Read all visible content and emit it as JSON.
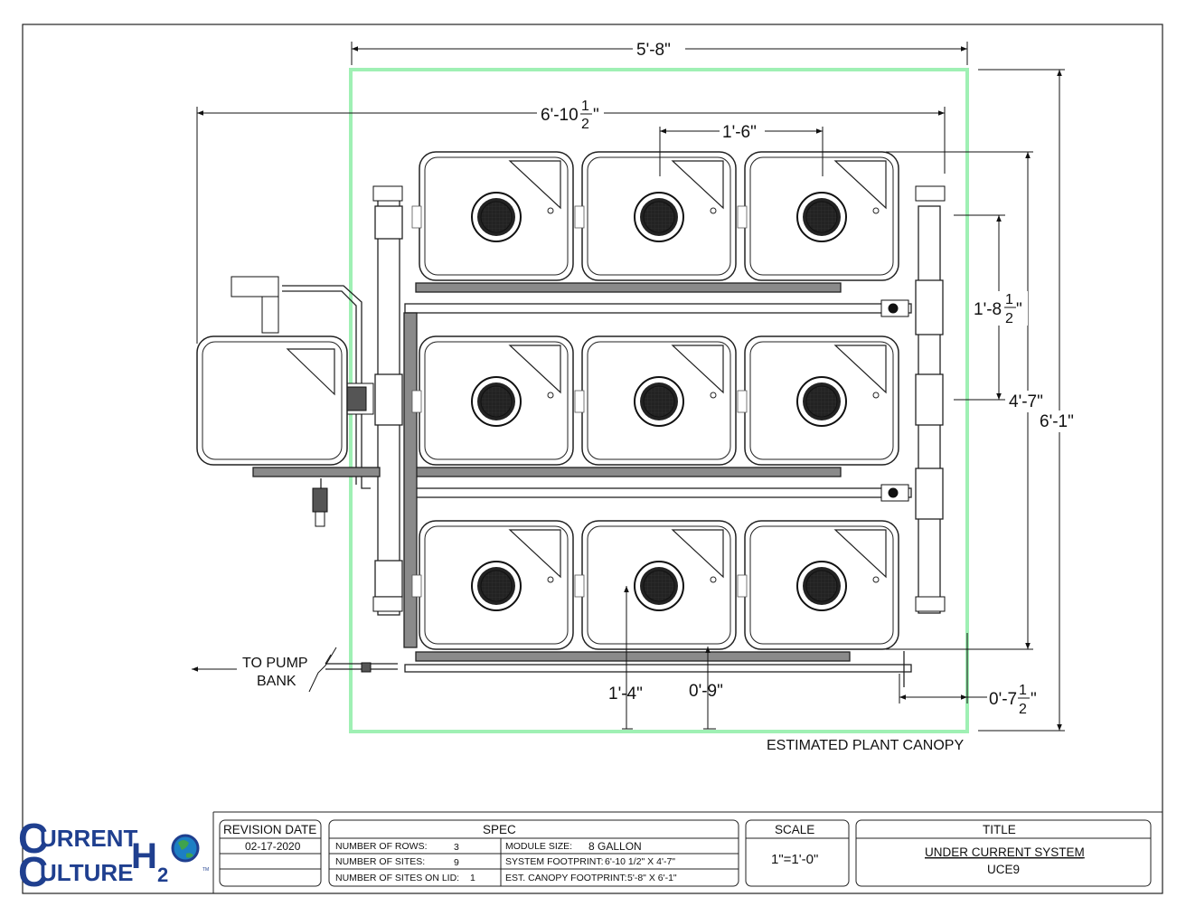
{
  "dimensions": {
    "canopy_width": "5'-8\"",
    "system_width_main": "6'-10",
    "system_width_frac_num": "1",
    "system_width_frac_den": "2",
    "system_width_inch": "\"",
    "module_spacing": "1'-6\"",
    "row_spacing_main": "1'-8",
    "row_spacing_frac_num": "1",
    "row_spacing_frac_den": "2",
    "row_spacing_inch": "\"",
    "system_depth": "4'-7\"",
    "canopy_depth": "6'-1\"",
    "bottom_offset": "1'-4\"",
    "return_offset": "0'-9\"",
    "side_offset_main": "0'-7",
    "side_offset_frac_num": "1",
    "side_offset_frac_den": "2",
    "side_offset_inch": "\""
  },
  "annotations": {
    "pump_line1": "TO PUMP",
    "pump_line2": "BANK",
    "canopy_label": "ESTIMATED PLANT CANOPY"
  },
  "logo": {
    "word1": "URRENT",
    "word2": "ULTURE",
    "initial": "C",
    "h": "H",
    "two": "2",
    "o": "O",
    "tm": "TM"
  },
  "title_block": {
    "revision_header": "REVISION DATE",
    "revision_date": "02-17-2020",
    "spec_header": "SPEC",
    "rows_label": "NUMBER OF ROWS:",
    "rows_value": "3",
    "sites_label": "NUMBER OF SITES:",
    "sites_value": "9",
    "lid_label": "NUMBER OF SITES ON LID:",
    "lid_value": "1",
    "module_label": "MODULE SIZE:",
    "module_value": "8 GALLON",
    "footprint_label": "SYSTEM FOOTPRINT:",
    "footprint_value": "6'-10 1/2\" X 4'-7\"",
    "canopy_label": "EST. CANOPY FOOTPRINT:",
    "canopy_value": "5'-8\" X 6'-1\"",
    "scale_header": "SCALE",
    "scale_value": "1\"=1'-0\"",
    "title_header": "TITLE",
    "title_value": "UNDER CURRENT SYSTEM",
    "title_code": "UCE9"
  },
  "colors": {
    "canopy_outline": "#9ff0b4",
    "logo_blue": "#1f3f8f",
    "globe_blue": "#1c7fc4",
    "globe_green": "#3fa34d"
  }
}
